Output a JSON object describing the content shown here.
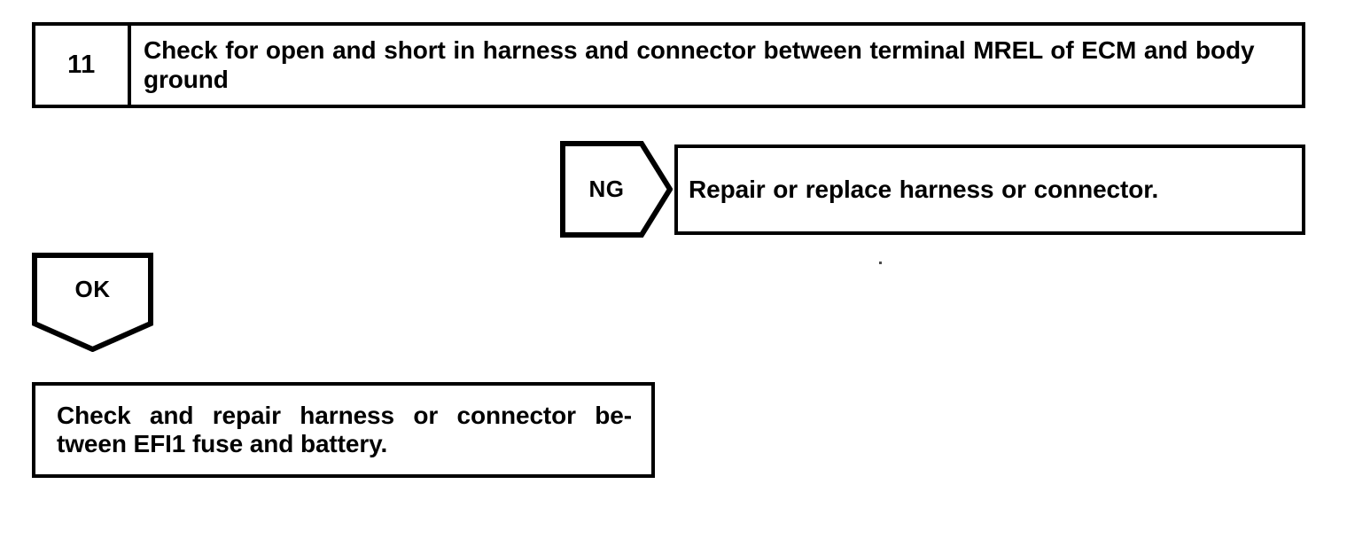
{
  "step": {
    "number": "11",
    "title": "Check for open and short in harness and connector between terminal MREL of ECM and body ground"
  },
  "branches": {
    "ng": {
      "label": "NG",
      "shape": "right-pointing-pentagon",
      "result": "Repair or replace harness or connector."
    },
    "ok": {
      "label": "OK",
      "shape": "down-pointing-pentagon",
      "result": "Check and repair harness or connector between EFI1 fuse and battery.",
      "result_line1_words": [
        "Check",
        "and",
        "repair",
        "harness",
        "or",
        "connector",
        "be-"
      ],
      "result_line2": "tween EFI1 fuse and battery."
    }
  },
  "colors": {
    "ink": "#000000",
    "paper": "#ffffff"
  }
}
